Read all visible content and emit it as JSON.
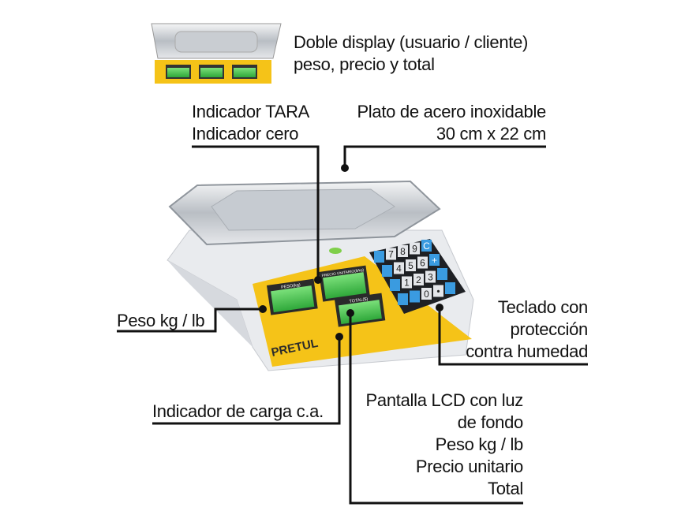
{
  "callouts": {
    "display": {
      "lines": [
        "Doble display (usuario / cliente)",
        "peso, precio y total"
      ]
    },
    "tara": {
      "lines": [
        "Indicador TARA",
        "Indicador cero"
      ]
    },
    "plato": {
      "lines": [
        "Plato de acero inoxidable",
        "30 cm x 22 cm"
      ]
    },
    "peso": {
      "lines": [
        "Peso kg / lb"
      ]
    },
    "carga": {
      "lines": [
        "Indicador de carga c.a."
      ]
    },
    "teclado": {
      "lines": [
        "Teclado con",
        "protección",
        "contra humedad"
      ]
    },
    "pantalla": {
      "lines": [
        "Pantalla LCD con luz",
        "de fondo",
        "Peso kg / lb",
        "Precio unitario",
        "Total"
      ]
    }
  },
  "product": {
    "brand": "PRETUL",
    "display_labels": [
      "PESO(kg)",
      "PRECIO UNITARIO($/kg)",
      "TOTAL($)"
    ],
    "keypad": [
      "7",
      "8",
      "9",
      "C",
      "4",
      "5",
      "6",
      "+",
      "1",
      "2",
      "3",
      "0",
      "•"
    ],
    "colors": {
      "panel": "#f5c318",
      "lcd": "#3fbf3f",
      "keys_blue": "#3a9be0",
      "body": "#e9ebee"
    }
  }
}
